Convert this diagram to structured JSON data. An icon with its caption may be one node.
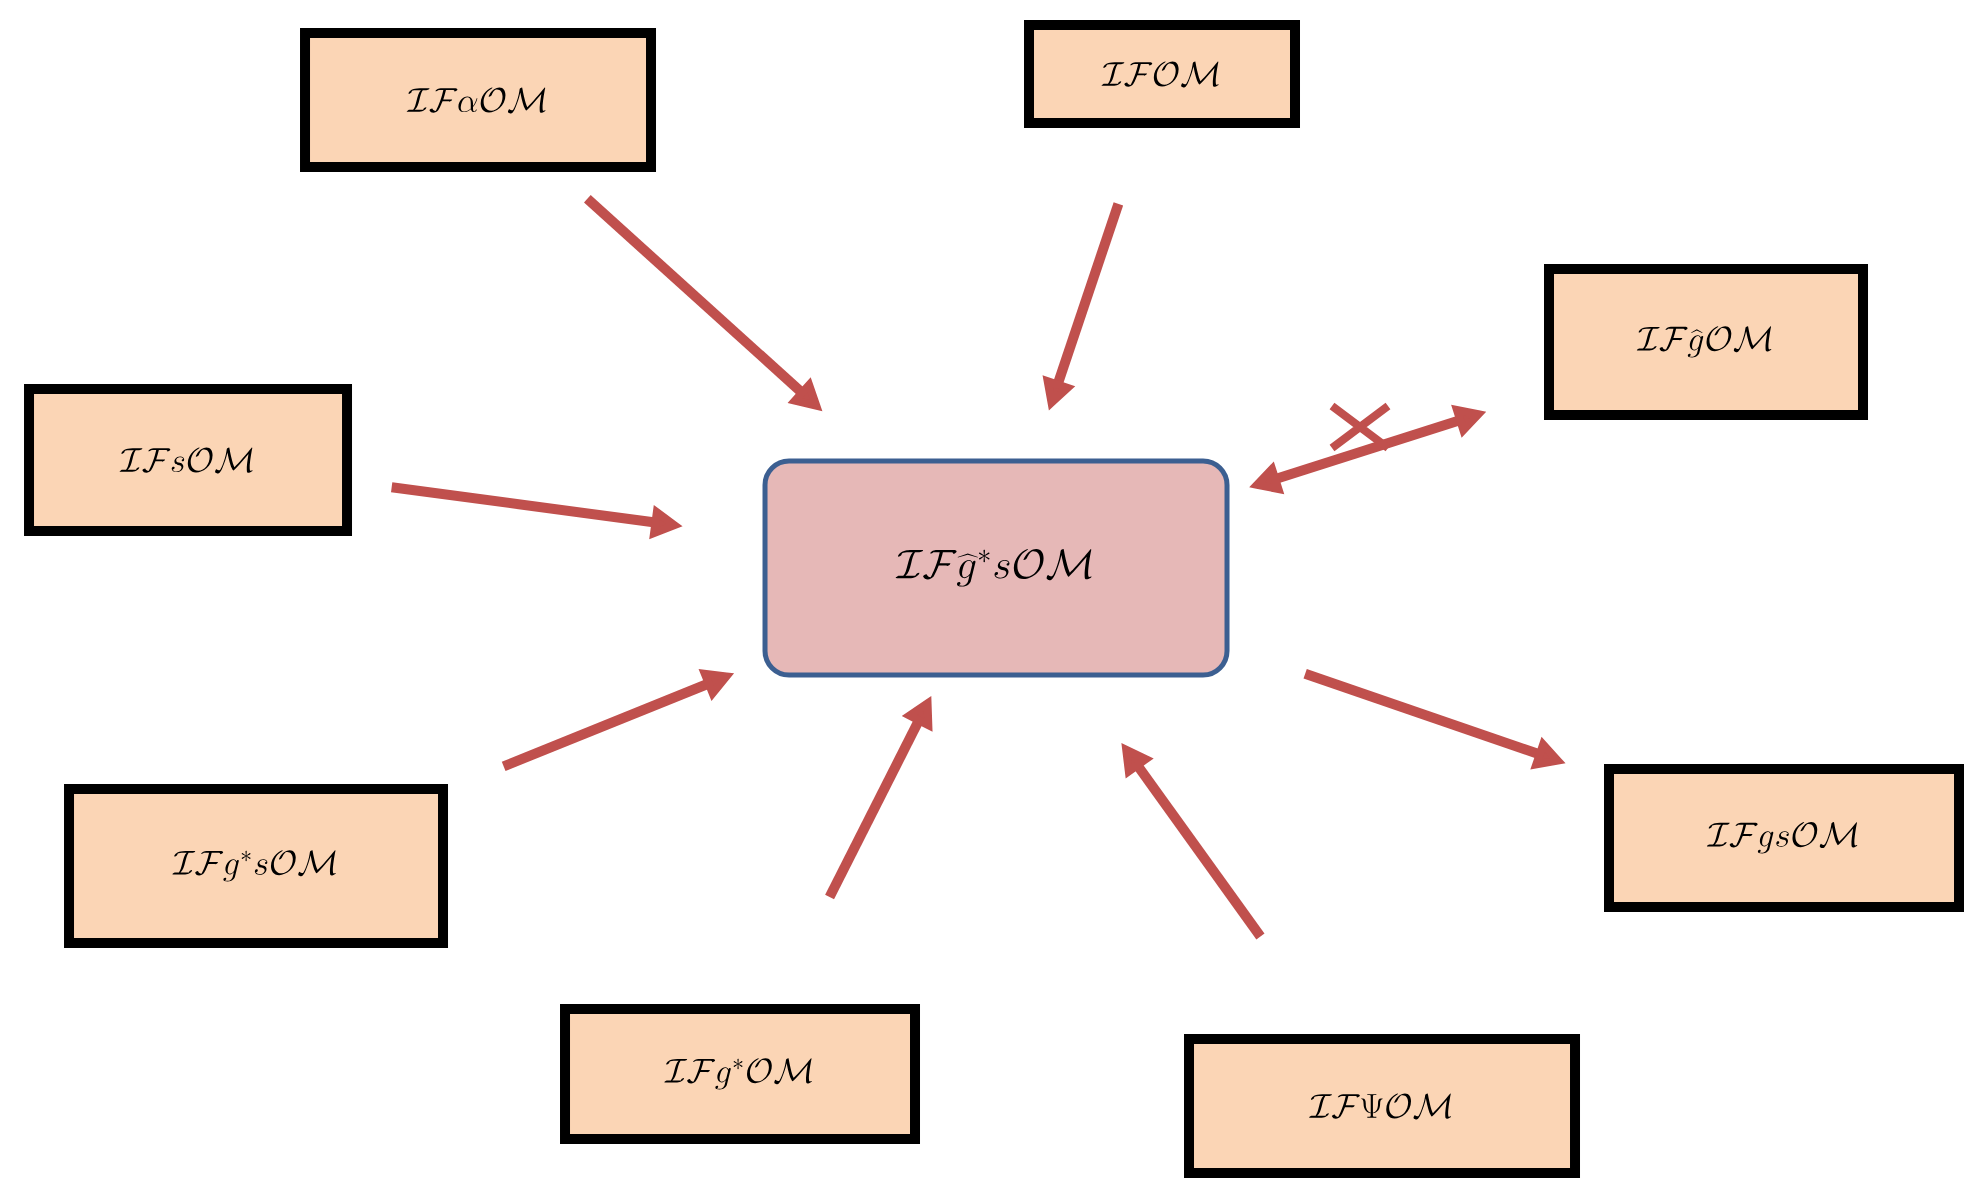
{
  "diagram": {
    "nodes": [
      {
        "text": [
          "\\mathcal{IF}\\alpha\\mathcal{OM}"
        ]
      },
      {
        "text": [
          "\\mathcal{IFOM}"
        ]
      },
      {
        "text": [
          "\\mathcal{IF}\\widehat{g}\\mathcal{OM}"
        ]
      },
      {
        "text": [
          "\\mathcal{IF}s\\mathcal{OM}"
        ]
      },
      {
        "text": [
          "\\mathcal{IF}\\widehat{g}^{*}s\\mathcal{OM}"
        ]
      },
      {
        "text": [
          "\\mathcal{IF}g^{*}s\\mathcal{OM}"
        ]
      },
      {
        "text": [
          "\\mathcal{IF}gs\\mathcal{OM}"
        ]
      },
      {
        "text": [
          "\\mathcal{IF}g^{*}\\mathcal{OM}"
        ]
      },
      {
        "text": [
          "\\mathcal{IF}\\Psi\\mathcal{OM}"
        ]
      }
    ],
    "edges": [
      {
        "from": 0,
        "to": 4,
        "arrow": "to"
      },
      {
        "from": 1,
        "to": 4,
        "arrow": "to"
      },
      {
        "from": 4,
        "to": 2,
        "arrow": "both"
      },
      {
        "from": 3,
        "to": 4,
        "arrow": "to"
      },
      {
        "from": 5,
        "to": 4,
        "arrow": "to"
      },
      {
        "from": 7,
        "to": 4,
        "arrow": "to"
      },
      {
        "from": 8,
        "to": 4,
        "arrow": "to"
      },
      {
        "from": 4,
        "to": 6,
        "arrow": "to"
      }
    ]
  }
}
